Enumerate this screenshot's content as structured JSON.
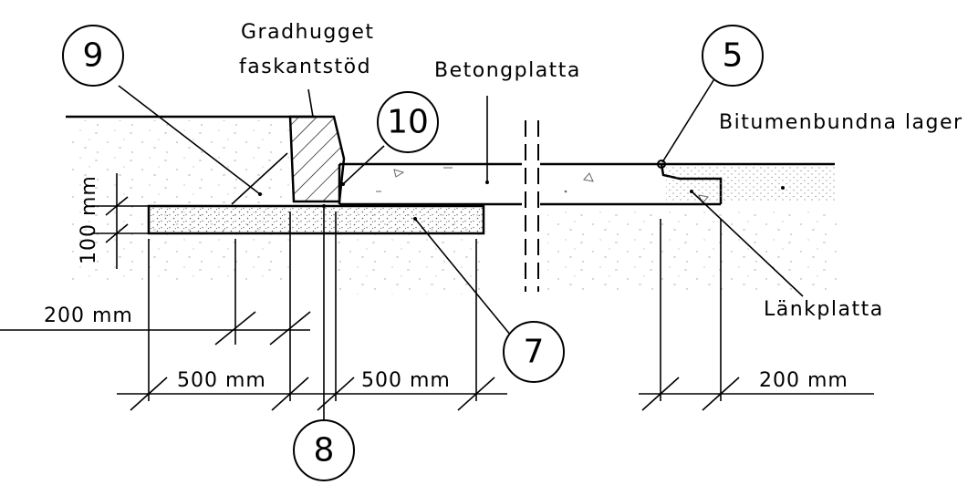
{
  "labels": {
    "curb_line1": "Gradhugget",
    "curb_line2": "faskantstöd",
    "slab": "Betongplatta",
    "bitumen": "Bitumenbundna lager",
    "link_slab": "Länkplatta"
  },
  "callouts": {
    "c9": "9",
    "c10": "10",
    "c5": "5",
    "c7": "7",
    "c8": "8"
  },
  "dimensions": {
    "d_100": "100 mm",
    "d_200_left": "200 mm",
    "d_500_left": "500 mm",
    "d_500_right": "500 mm",
    "d_200_right": "200 mm"
  }
}
